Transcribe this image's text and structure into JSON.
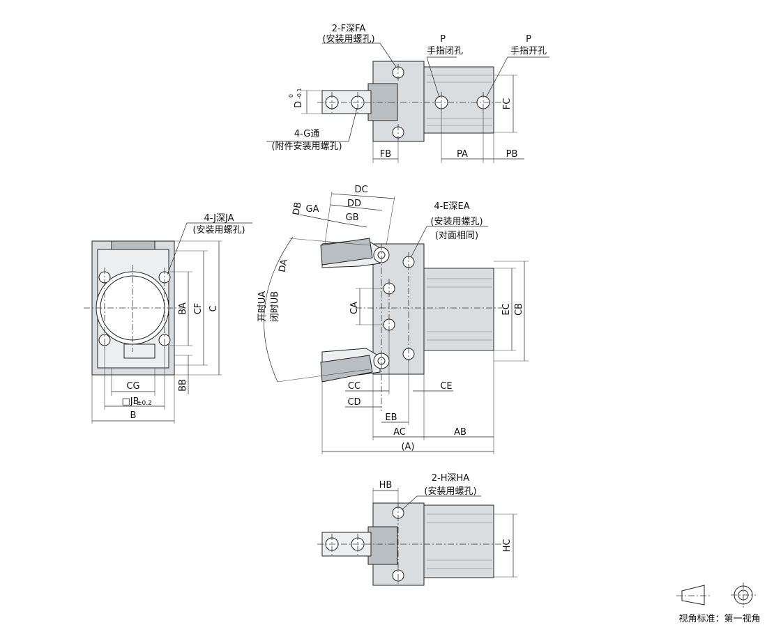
{
  "labels": {
    "top_2f": "2-F深FA",
    "top_2f_sub": "(安装用螺孔)",
    "p1": "P",
    "p1_sub": "手指闭孔",
    "p2": "P",
    "p2_sub": "手指开孔",
    "d_tol": "0",
    "d_tol2": "-0.1",
    "d_label": "D",
    "fc": "FC",
    "g4": "4-G通",
    "g4_sub": "(附件安装用螺孔)",
    "fb": "FB",
    "pa": "PA",
    "pb": "PB",
    "j4": "4-J深JA",
    "j4_sub": "(安装用螺孔)",
    "ba": "BA",
    "cf": "CF",
    "c": "C",
    "bb": "BB",
    "cg": "CG",
    "jb": "□JB",
    "jb_tol": "±0.2",
    "b": "B",
    "dc": "DC",
    "dd": "DD",
    "db": "DB",
    "ga": "GA",
    "gb": "GB",
    "da": "DA",
    "e4": "4-E深EA",
    "e4_sub": "(安装用螺孔)",
    "e4_sub2": "(对面相同)",
    "ua": "开时UA",
    "ub": "闭时UB",
    "ca": "CA",
    "ec": "EC",
    "cb": "CB",
    "cc": "CC",
    "ce": "CE",
    "cd": "CD",
    "eb": "EB",
    "ac": "AC",
    "ab": "AB",
    "a": "(A)",
    "hb": "HB",
    "h2": "2-H深HA",
    "h2_sub": "(安装用螺孔)",
    "hc": "HC",
    "legend": "视角标准：第一视角"
  }
}
